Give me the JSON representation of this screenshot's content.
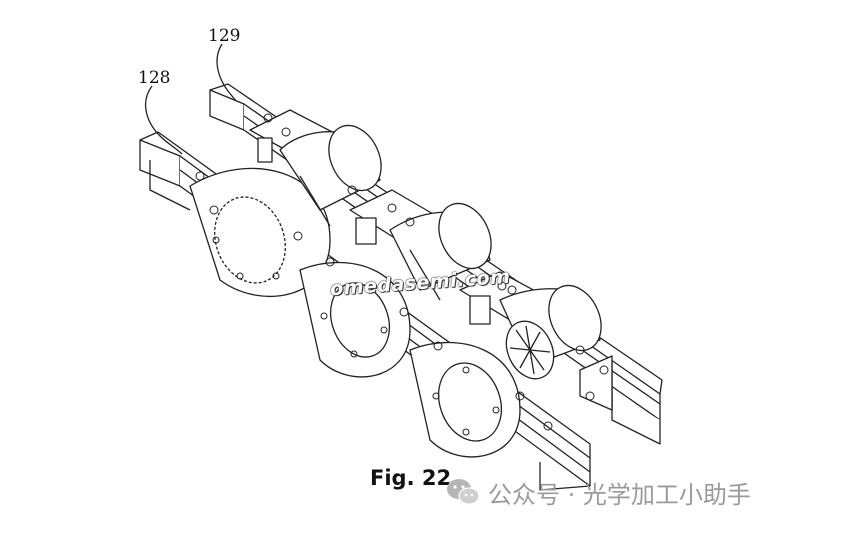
{
  "labels": {
    "ref_129": "129",
    "ref_128": "128"
  },
  "watermark": "omedasemi.com",
  "caption": "Fig. 22",
  "wechat": {
    "text": "公众号 · 光学加工小助手",
    "icon": "wechat-icon"
  },
  "colors": {
    "line": "#222222",
    "watermark_text": "#ffffff",
    "wechat_gray": "#9a9a9a"
  }
}
